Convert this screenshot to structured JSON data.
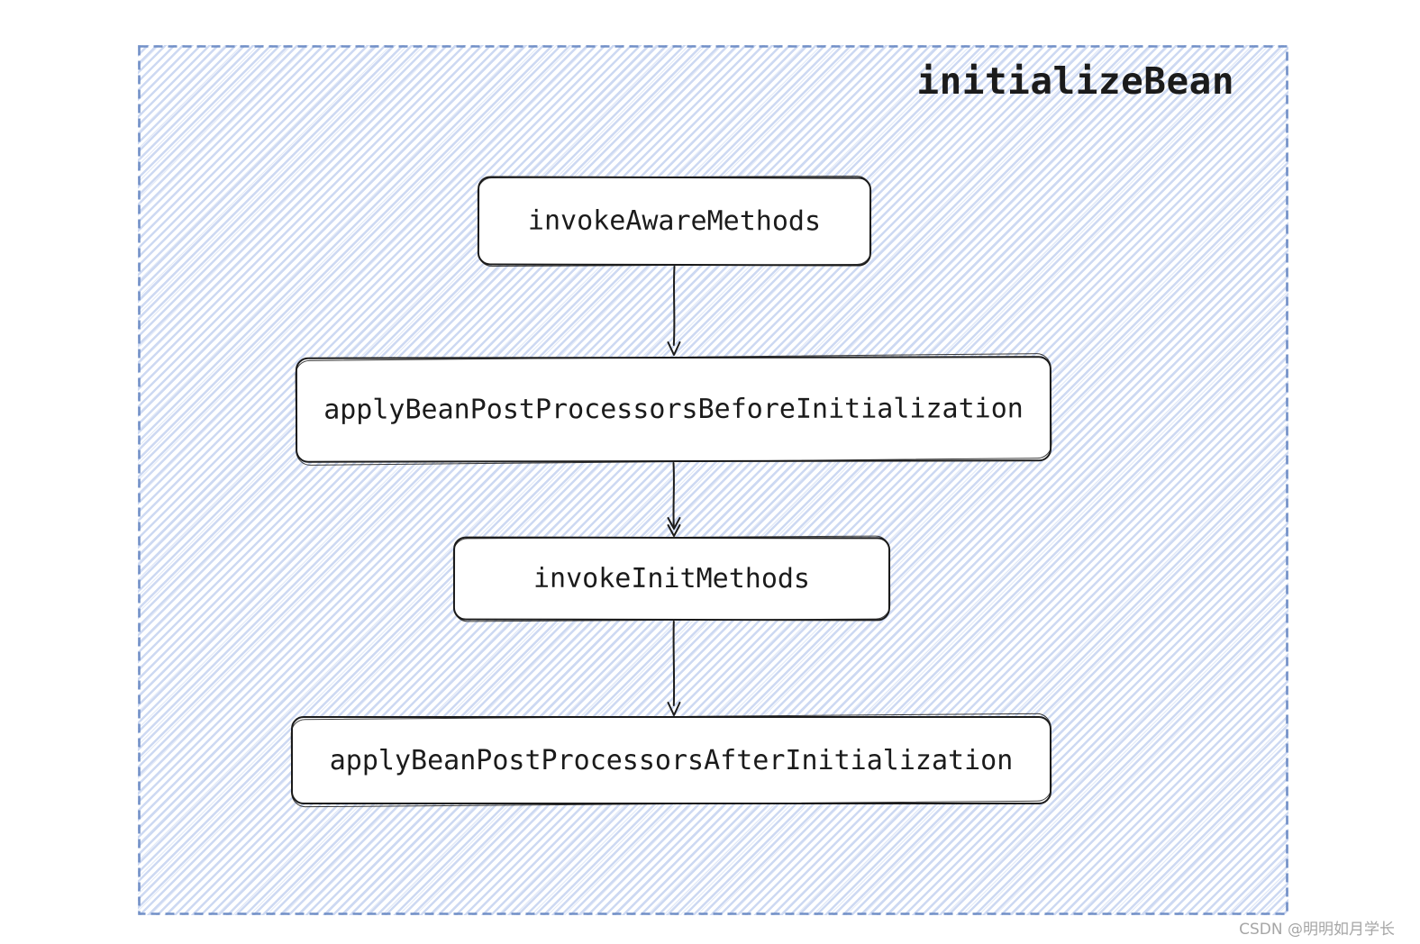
{
  "diagram": {
    "title": "initializeBean",
    "nodes": [
      {
        "id": "invoke-aware-methods",
        "label": "invokeAwareMethods"
      },
      {
        "id": "apply-bpp-before-init",
        "label": "applyBeanPostProcessorsBeforeInitialization"
      },
      {
        "id": "invoke-init-methods",
        "label": "invokeInitMethods"
      },
      {
        "id": "apply-bpp-after-init",
        "label": "applyBeanPostProcessorsAfterInitialization"
      }
    ],
    "edges": [
      {
        "from": "invoke-aware-methods",
        "to": "apply-bpp-before-init"
      },
      {
        "from": "apply-bpp-before-init",
        "to": "invoke-init-methods"
      },
      {
        "from": "invoke-init-methods",
        "to": "apply-bpp-after-init"
      }
    ],
    "icons": {
      "flow_arrow": "↓"
    },
    "style": {
      "flow_direction": "top-to-bottom",
      "node_shape": "hand-drawn rounded rectangle",
      "frame": "dashed blue rectangle with diagonal blue hachure fill"
    }
  },
  "colors": {
    "ink": "#1b1b1b",
    "border_blue": "#7290c7",
    "hatch_blue": "#cdd9f2",
    "watermark_gray": "#a6a6a6",
    "node_fill": "#ffffff",
    "page_background": "#ffffff"
  },
  "watermark": {
    "text": "CSDN @明明如月学长"
  }
}
